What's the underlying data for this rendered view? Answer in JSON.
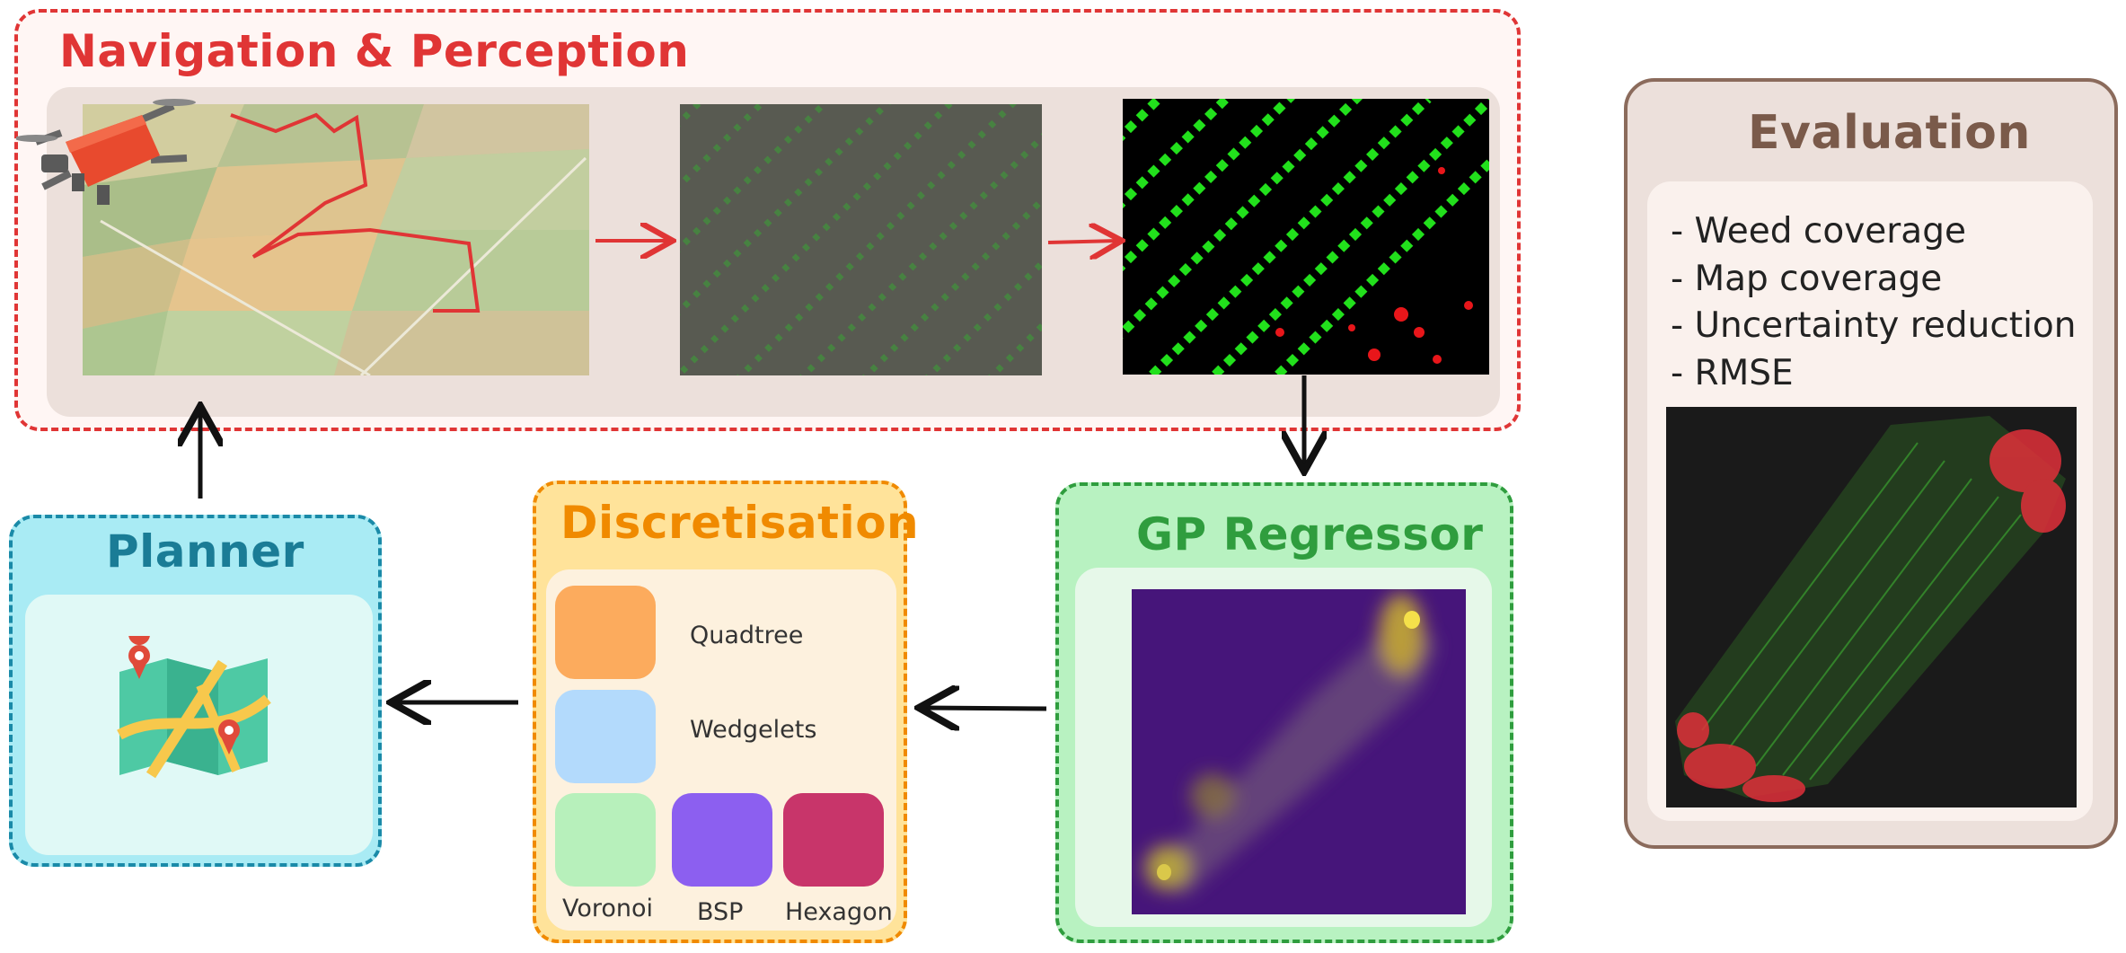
{
  "navigation": {
    "title": "Navigation & Perception",
    "images": [
      "aerial-field",
      "crop-rows",
      "segmentation-mask"
    ]
  },
  "evaluation": {
    "title": "Evaluation",
    "metrics": [
      "- Weed coverage",
      "- Map coverage",
      "- Uncertainty reduction",
      "- RMSE"
    ]
  },
  "planner": {
    "title": "Planner"
  },
  "discretisation": {
    "title": "Discretisation",
    "methods": [
      "Quadtree",
      "Wedgelets",
      "Voronoi",
      "BSP",
      "Hexagon"
    ]
  },
  "gp": {
    "title": "GP Regressor"
  },
  "colors": {
    "nav_accent": "#e03535",
    "planner_accent": "#1a8aa8",
    "disc_accent": "#f08a00",
    "gp_accent": "#2f9d3e",
    "eval_accent": "#7a5a4a",
    "quadtree": "#fcab5d",
    "wedgelets": "#b3dafc",
    "voronoi": "#b7f0bb",
    "bsp": "#8c5ff0",
    "hexagon": "#c8356a"
  }
}
